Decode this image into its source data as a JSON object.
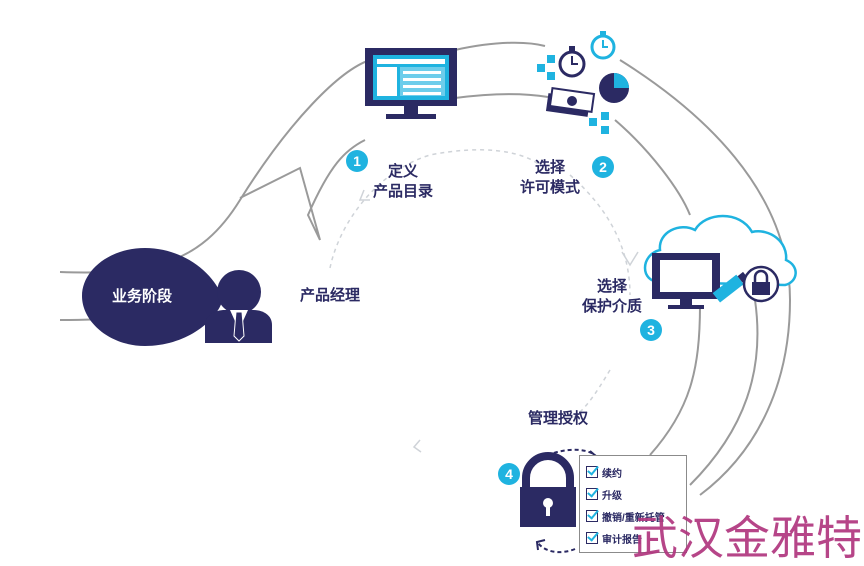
{
  "stage": {
    "business": "业务阶段",
    "product_manager": "产品经理",
    "manage_license": "管理授权"
  },
  "steps": [
    {
      "number": "1",
      "line1": "定义",
      "line2": "产品目录"
    },
    {
      "number": "2",
      "line1": "选择",
      "line2": "许可模式"
    },
    {
      "number": "3",
      "line1": "选择",
      "line2": "保护介质"
    },
    {
      "number": "4"
    }
  ],
  "checklist": [
    "续约",
    "升级",
    "撤销/重新托管",
    "审计报告"
  ],
  "watermark": "武汉金雅特",
  "colors": {
    "navy": "#2b2a63",
    "cyan": "#1fb3e0",
    "gray_line": "#9a9a9a",
    "watermark": "#b0367e"
  }
}
